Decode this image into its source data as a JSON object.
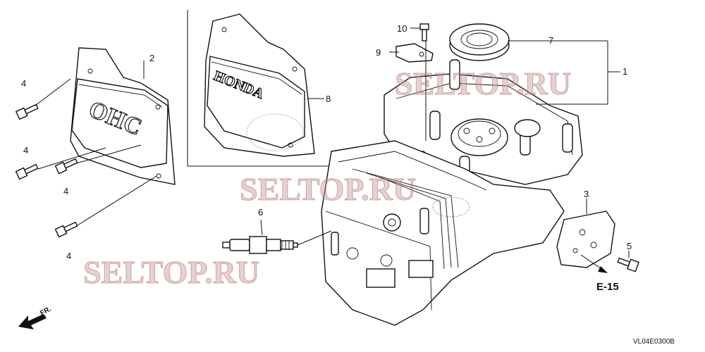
{
  "callouts": [
    {
      "id": "c1",
      "label": "1"
    },
    {
      "id": "c2",
      "label": "2"
    },
    {
      "id": "c3",
      "label": "3"
    },
    {
      "id": "c4a",
      "label": "4"
    },
    {
      "id": "c4b",
      "label": "4"
    },
    {
      "id": "c4c",
      "label": "4"
    },
    {
      "id": "c4d",
      "label": "4"
    },
    {
      "id": "c5",
      "label": "5"
    },
    {
      "id": "c6",
      "label": "6"
    },
    {
      "id": "c7",
      "label": "7"
    },
    {
      "id": "c8",
      "label": "8"
    },
    {
      "id": "c9",
      "label": "9"
    },
    {
      "id": "c10",
      "label": "10"
    }
  ],
  "reference": "E-15",
  "direction_label": "FR.",
  "diagram_code": "VL04E0300B",
  "cover_emboss_ohc": "OHC",
  "cover_emboss_honda": "HONDA",
  "watermark_text": "SELTOP.RU",
  "colors": {
    "line": "#111111",
    "watermark": "#c99a9a",
    "background": "#ffffff"
  }
}
